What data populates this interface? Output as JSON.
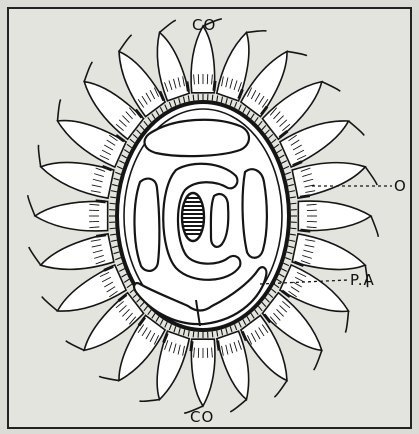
{
  "labels": {
    "top": "CO",
    "bottom": "CO",
    "right_upper": "O",
    "right_lower": "P.A"
  },
  "colors": {
    "paper": "#e3e3dd",
    "ink": "#151515"
  }
}
